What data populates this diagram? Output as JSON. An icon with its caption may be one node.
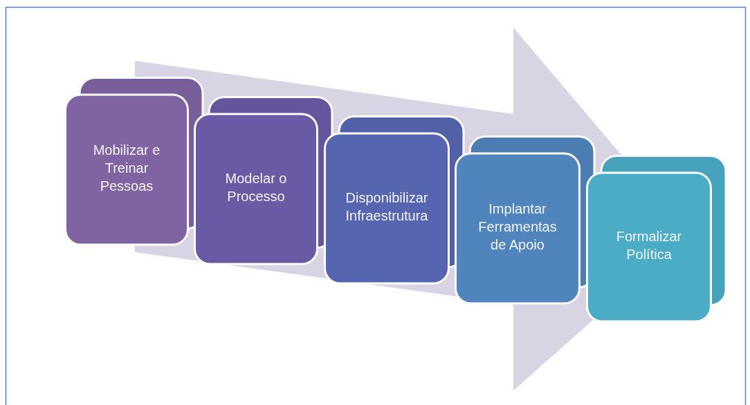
{
  "diagram": {
    "nodes": [
      {
        "text": [
          "Mobilizar e Treinar Pessoas"
        ]
      },
      {
        "text": [
          "Modelar o Processo"
        ]
      },
      {
        "text": [
          "Disponibilizar Infraestrutura"
        ]
      },
      {
        "text": [
          "Implantar Ferramentas de Apoio"
        ]
      },
      {
        "text": [
          "Formalizar Política"
        ]
      }
    ],
    "edges": [
      {
        "from": 0,
        "to": 4,
        "arrow": "to"
      }
    ]
  }
}
